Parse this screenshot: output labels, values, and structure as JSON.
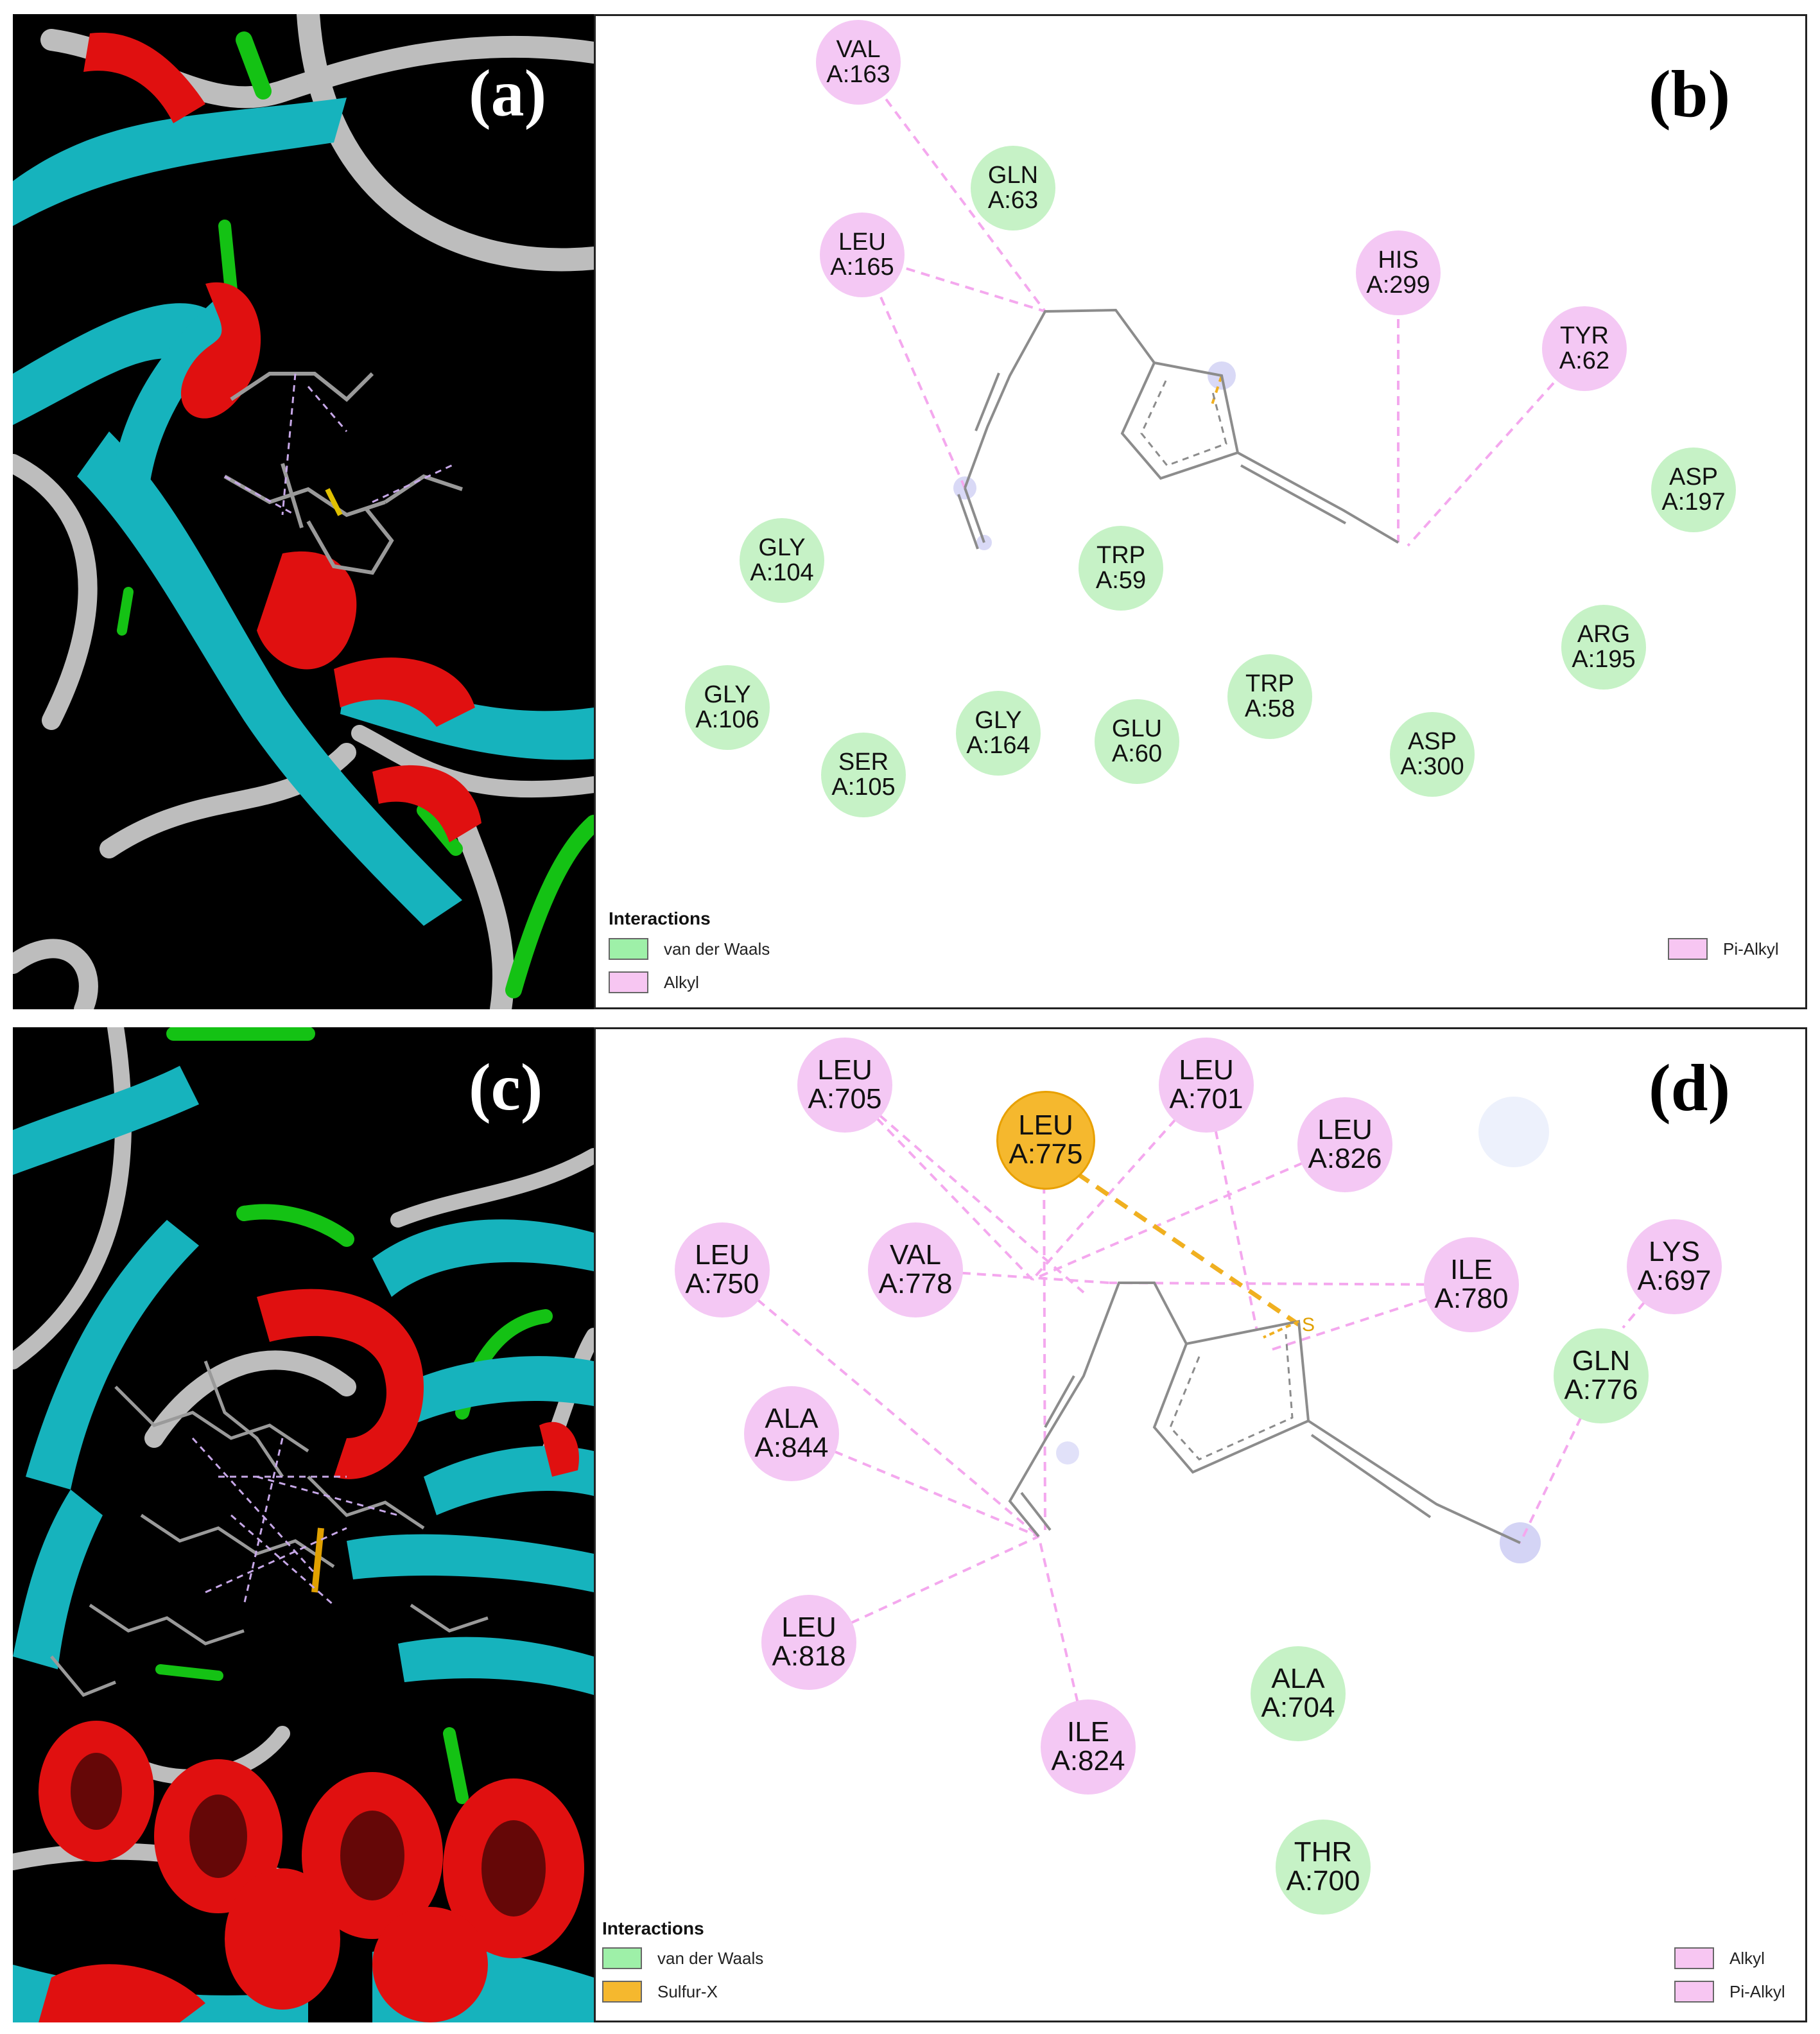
{
  "panels": {
    "a": {
      "label": "(a)"
    },
    "b": {
      "label": "(b)"
    },
    "c": {
      "label": "(c)"
    },
    "d": {
      "label": "(d)"
    }
  },
  "colors": {
    "vdw": "#c6f2c6",
    "vdw_swatch": "#9ef0a8",
    "alkyl": "#f4c8f4",
    "alkyl_swatch": "#f7c6f2",
    "sulfur": "#f5b82e",
    "interaction_line": "#f4a8ee",
    "sulfur_line": "#f0b020",
    "helix": "#e01010",
    "sheet": "#16b3bd",
    "coil": "#bdbdbd",
    "turn": "#14c214"
  },
  "legend_b": {
    "title": "Interactions",
    "items": [
      {
        "label": "van der Waals",
        "type": "vdw"
      },
      {
        "label": "Alkyl",
        "type": "alkyl"
      },
      {
        "label": "Pi-Alkyl",
        "type": "alkyl"
      }
    ]
  },
  "legend_d": {
    "title": "Interactions",
    "items": [
      {
        "label": "van der Waals",
        "type": "vdw"
      },
      {
        "label": "Sulfur-X",
        "type": "sulfur"
      },
      {
        "label": "Alkyl",
        "type": "alkyl"
      },
      {
        "label": "Pi-Alkyl",
        "type": "alkyl"
      }
    ]
  },
  "residues_b": [
    {
      "id": "val163",
      "name": "VAL",
      "num": "A:163",
      "type": "alkyl"
    },
    {
      "id": "gln63",
      "name": "GLN",
      "num": "A:63",
      "type": "vdw"
    },
    {
      "id": "leu165",
      "name": "LEU",
      "num": "A:165",
      "type": "alkyl"
    },
    {
      "id": "his299",
      "name": "HIS",
      "num": "A:299",
      "type": "alkyl"
    },
    {
      "id": "tyr62",
      "name": "TYR",
      "num": "A:62",
      "type": "alkyl"
    },
    {
      "id": "asp197",
      "name": "ASP",
      "num": "A:197",
      "type": "vdw"
    },
    {
      "id": "gly104",
      "name": "GLY",
      "num": "A:104",
      "type": "vdw"
    },
    {
      "id": "trp59",
      "name": "TRP",
      "num": "A:59",
      "type": "vdw"
    },
    {
      "id": "arg195",
      "name": "ARG",
      "num": "A:195",
      "type": "vdw"
    },
    {
      "id": "gly106",
      "name": "GLY",
      "num": "A:106",
      "type": "vdw"
    },
    {
      "id": "trp58",
      "name": "TRP",
      "num": "A:58",
      "type": "vdw"
    },
    {
      "id": "gly164",
      "name": "GLY",
      "num": "A:164",
      "type": "vdw"
    },
    {
      "id": "glu60",
      "name": "GLU",
      "num": "A:60",
      "type": "vdw"
    },
    {
      "id": "asp300",
      "name": "ASP",
      "num": "A:300",
      "type": "vdw"
    },
    {
      "id": "ser105",
      "name": "SER",
      "num": "A:105",
      "type": "vdw"
    }
  ],
  "residues_d": [
    {
      "id": "leu705",
      "name": "LEU",
      "num": "A:705",
      "type": "alkyl"
    },
    {
      "id": "leu775",
      "name": "LEU",
      "num": "A:775",
      "type": "sulfur"
    },
    {
      "id": "leu701",
      "name": "LEU",
      "num": "A:701",
      "type": "alkyl"
    },
    {
      "id": "leu826",
      "name": "LEU",
      "num": "A:826",
      "type": "alkyl"
    },
    {
      "id": "leu750",
      "name": "LEU",
      "num": "A:750",
      "type": "alkyl"
    },
    {
      "id": "val778",
      "name": "VAL",
      "num": "A:778",
      "type": "alkyl"
    },
    {
      "id": "ile780",
      "name": "ILE",
      "num": "A:780",
      "type": "alkyl"
    },
    {
      "id": "lys697",
      "name": "LYS",
      "num": "A:697",
      "type": "alkyl"
    },
    {
      "id": "gln776",
      "name": "GLN",
      "num": "A:776",
      "type": "vdw"
    },
    {
      "id": "ala844",
      "name": "ALA",
      "num": "A:844",
      "type": "alkyl"
    },
    {
      "id": "leu818",
      "name": "LEU",
      "num": "A:818",
      "type": "alkyl"
    },
    {
      "id": "ile824",
      "name": "ILE",
      "num": "A:824",
      "type": "alkyl"
    },
    {
      "id": "ala704",
      "name": "ALA",
      "num": "A:704",
      "type": "vdw"
    },
    {
      "id": "thr700",
      "name": "THR",
      "num": "A:700",
      "type": "vdw"
    }
  ]
}
